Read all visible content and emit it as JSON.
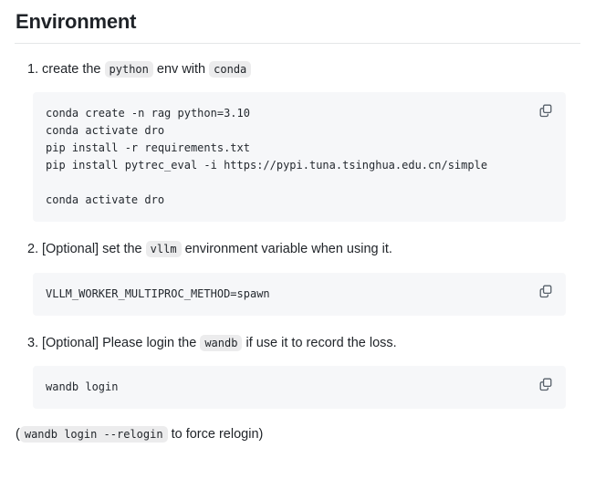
{
  "heading": {
    "title": "Environment"
  },
  "steps": [
    {
      "marker": "1.",
      "text_before": "create the",
      "code_1": "python",
      "text_middle": "env with",
      "code_2": "conda",
      "text_after": ""
    },
    {
      "marker": "2.",
      "text_before": "[Optional] set the",
      "code_1": "vllm",
      "text_after": "environment variable when using it."
    },
    {
      "marker": "3.",
      "text_before": "[Optional] Please login the",
      "code_1": "wandb",
      "text_after": "if use it to record the loss."
    }
  ],
  "code_blocks": [
    {
      "name": "conda-setup",
      "content": "conda create -n rag python=3.10\nconda activate dro\npip install -r requirements.txt\npip install pytrec_eval -i https://pypi.tuna.tsinghua.edu.cn/simple\n\nconda activate dro",
      "copy_label": "copy-icon"
    },
    {
      "name": "vllm-env-var",
      "content": "VLLM_WORKER_MULTIPROC_METHOD=spawn",
      "copy_label": "copy-icon"
    },
    {
      "name": "wandb-login",
      "content": "wandb login",
      "copy_label": "copy-icon"
    }
  ],
  "footnote": {
    "open_paren": "(",
    "code": "wandb login --relogin",
    "text_after": "to force relogin)"
  },
  "colors": {
    "text": "#1f2328",
    "code_block_bg": "#f6f7f9",
    "inline_code_bg": "#ececed",
    "rule": "#e4e6e8",
    "icon": "#57606a",
    "page_bg": "#ffffff"
  }
}
